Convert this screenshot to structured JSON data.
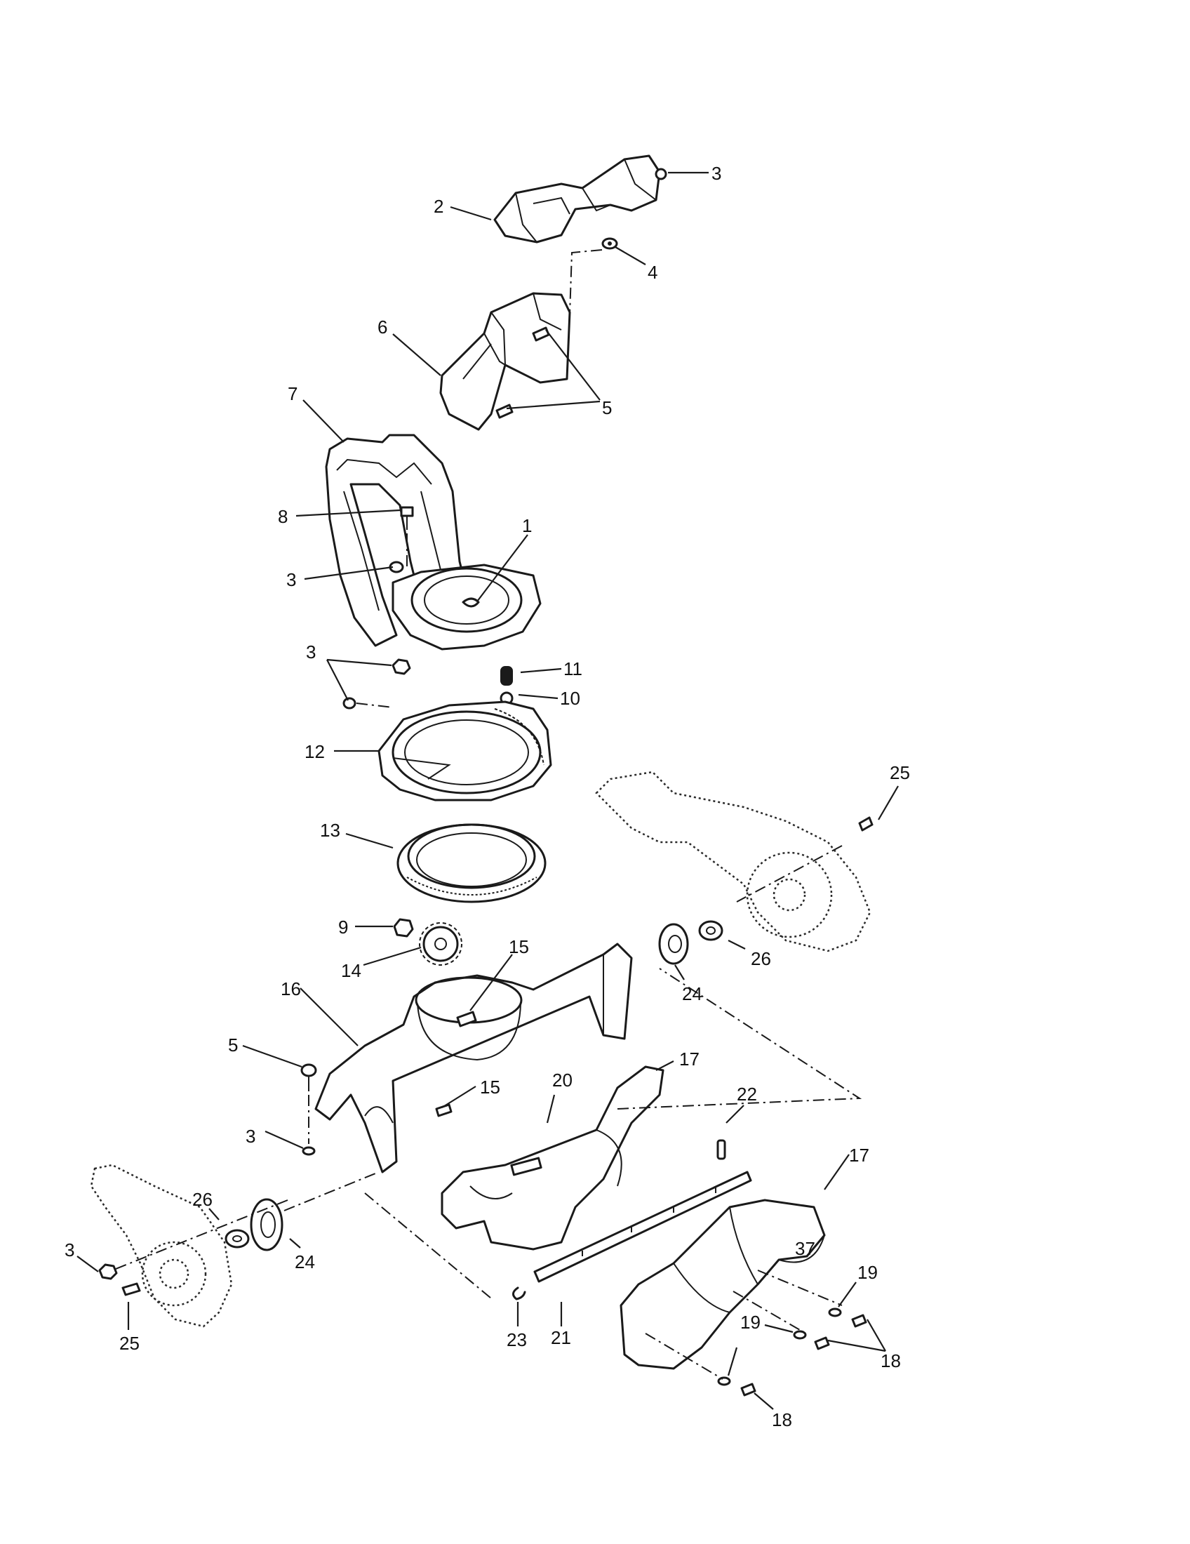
{
  "callouts": {
    "c1": "1",
    "c2": "2",
    "c3a": "3",
    "c3b": "3",
    "c3c": "3",
    "c3d": "3",
    "c3e": "3",
    "c4": "4",
    "c5a": "5",
    "c5b": "5",
    "c6": "6",
    "c7": "7",
    "c8": "8",
    "c9": "9",
    "c10": "10",
    "c11": "11",
    "c12": "12",
    "c13": "13",
    "c14": "14",
    "c15a": "15",
    "c15b": "15",
    "c16": "16",
    "c17a": "17",
    "c17b": "17",
    "c18a": "18",
    "c18b": "18",
    "c19a": "19",
    "c19b": "19",
    "c20": "20",
    "c21": "21",
    "c22": "22",
    "c23": "23",
    "c24a": "24",
    "c24b": "24",
    "c25a": "25",
    "c25b": "25",
    "c26a": "26",
    "c26b": "26",
    "c37": "37"
  },
  "colors": {
    "ink": "#1a1a1a",
    "paper": "#ffffff"
  }
}
